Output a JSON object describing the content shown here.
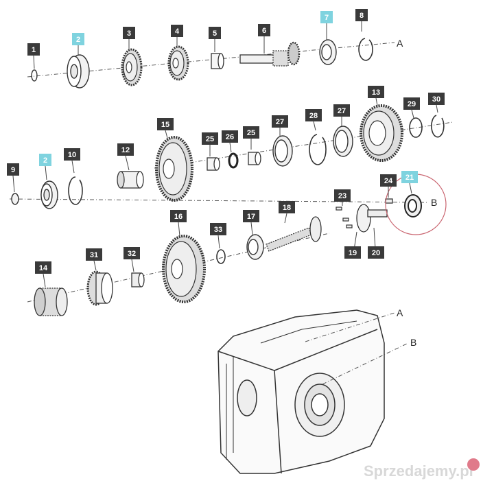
{
  "callouts": [
    {
      "id": "c1",
      "text": "1",
      "highlight": false
    },
    {
      "id": "c2a",
      "text": "2",
      "highlight": true
    },
    {
      "id": "c3",
      "text": "3",
      "highlight": false
    },
    {
      "id": "c4",
      "text": "4",
      "highlight": false
    },
    {
      "id": "c5",
      "text": "5",
      "highlight": false
    },
    {
      "id": "c6",
      "text": "6",
      "highlight": false
    },
    {
      "id": "c7",
      "text": "7",
      "highlight": true
    },
    {
      "id": "c8",
      "text": "8",
      "highlight": false
    },
    {
      "id": "c15",
      "text": "15",
      "highlight": false
    },
    {
      "id": "c25a",
      "text": "25",
      "highlight": false
    },
    {
      "id": "c26",
      "text": "26",
      "highlight": false
    },
    {
      "id": "c25b",
      "text": "25",
      "highlight": false
    },
    {
      "id": "c27a",
      "text": "27",
      "highlight": false
    },
    {
      "id": "c28",
      "text": "28",
      "highlight": false
    },
    {
      "id": "c27b",
      "text": "27",
      "highlight": false
    },
    {
      "id": "c13",
      "text": "13",
      "highlight": false
    },
    {
      "id": "c29",
      "text": "29",
      "highlight": false
    },
    {
      "id": "c30",
      "text": "30",
      "highlight": false
    },
    {
      "id": "c9",
      "text": "9",
      "highlight": false
    },
    {
      "id": "c2b",
      "text": "2",
      "highlight": true
    },
    {
      "id": "c10",
      "text": "10",
      "highlight": false
    },
    {
      "id": "c12",
      "text": "12",
      "highlight": false
    },
    {
      "id": "c23",
      "text": "23",
      "highlight": false
    },
    {
      "id": "c24",
      "text": "24",
      "highlight": false
    },
    {
      "id": "c21",
      "text": "21",
      "highlight": true
    },
    {
      "id": "c16",
      "text": "16",
      "highlight": false
    },
    {
      "id": "c33",
      "text": "33",
      "highlight": false
    },
    {
      "id": "c17",
      "text": "17",
      "highlight": false
    },
    {
      "id": "c18",
      "text": "18",
      "highlight": false
    },
    {
      "id": "c19",
      "text": "19",
      "highlight": false
    },
    {
      "id": "c20",
      "text": "20",
      "highlight": false
    },
    {
      "id": "c14",
      "text": "14",
      "highlight": false
    },
    {
      "id": "c31",
      "text": "31",
      "highlight": false
    },
    {
      "id": "c32",
      "text": "32",
      "highlight": false
    }
  ],
  "axis_labels": {
    "a_top": "A",
    "b_mid": "B",
    "a_housing": "A",
    "b_housing": "B"
  },
  "watermark": "Sprzedajemy.pl",
  "colors": {
    "highlight": "#7fd3df",
    "tag_dark": "#3a3a3a",
    "circle": "#c9646f",
    "ink": "#333333",
    "watermark": "#e2e2e2"
  }
}
